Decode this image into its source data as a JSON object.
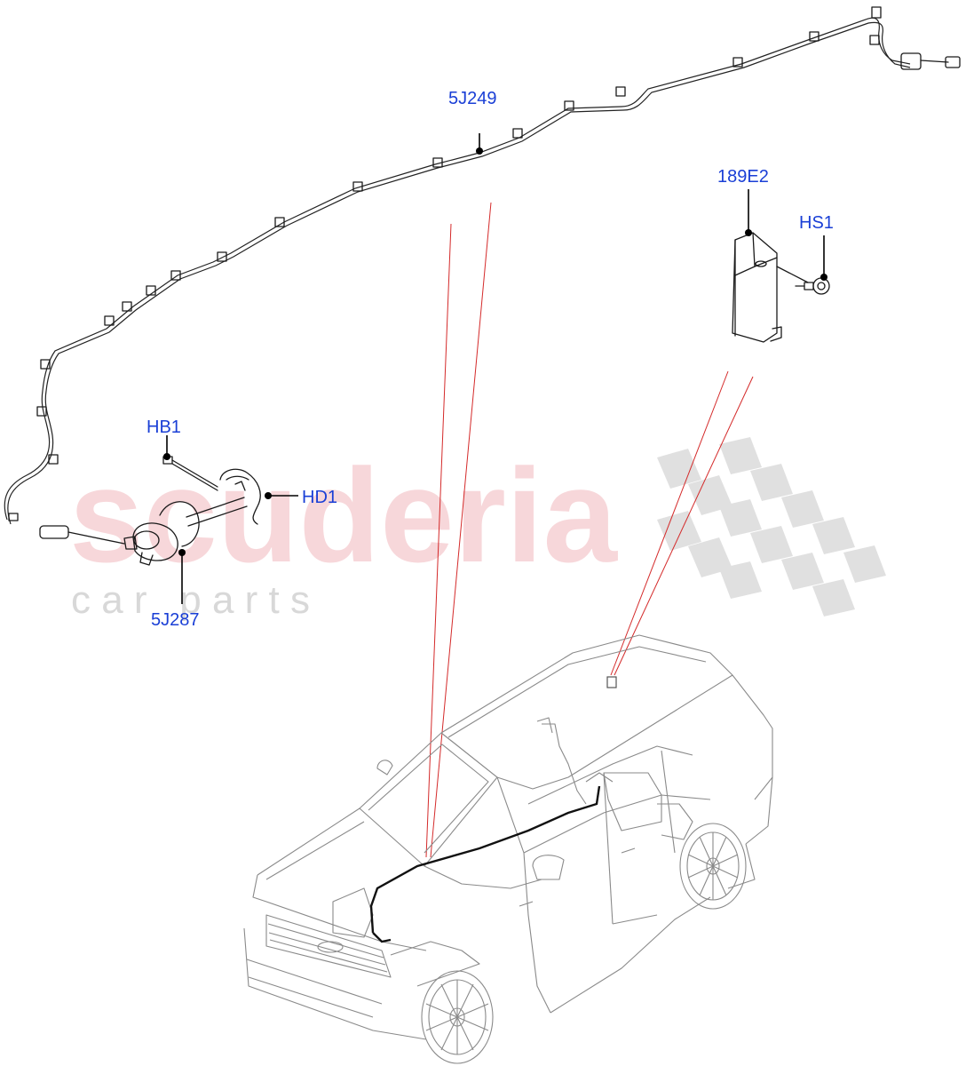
{
  "diagram": {
    "callouts": {
      "c1": "5J249",
      "c2": "189E2",
      "c3": "HS1",
      "c4": "HB1",
      "c5": "HD1",
      "c6": "5J287"
    },
    "watermark": {
      "brand": "scuderia",
      "tagline": "c a r   p a r t s"
    },
    "colors": {
      "callout_text": "#1a3fd6",
      "leader_lines": "#d42a2a",
      "watermark_brand": "#f2b8bd",
      "watermark_checker": "#c8c8c8"
    }
  }
}
